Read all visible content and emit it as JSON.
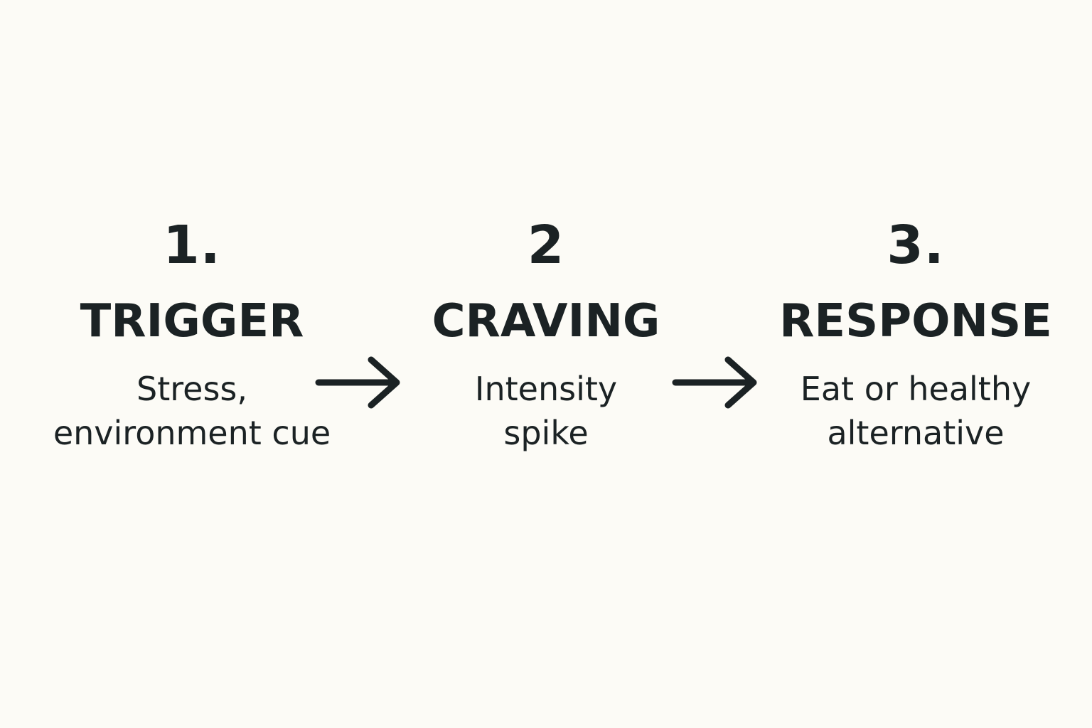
{
  "steps": [
    {
      "number": "1.",
      "title": "TRIGGER",
      "description_lines": [
        "Stress,",
        "environment cue"
      ]
    },
    {
      "number": "2",
      "title": "CRAVING",
      "description_lines": [
        "Intensity",
        "spike"
      ]
    },
    {
      "number": "3.",
      "title": "RESPONSE",
      "description_lines": [
        "Eat or healthy",
        "alternative"
      ]
    }
  ],
  "arrows": [
    {
      "icon": "right-arrow-icon"
    },
    {
      "icon": "right-arrow-icon"
    }
  ],
  "colors": {
    "background": "#fcfbf6",
    "ink": "#1b2224"
  }
}
